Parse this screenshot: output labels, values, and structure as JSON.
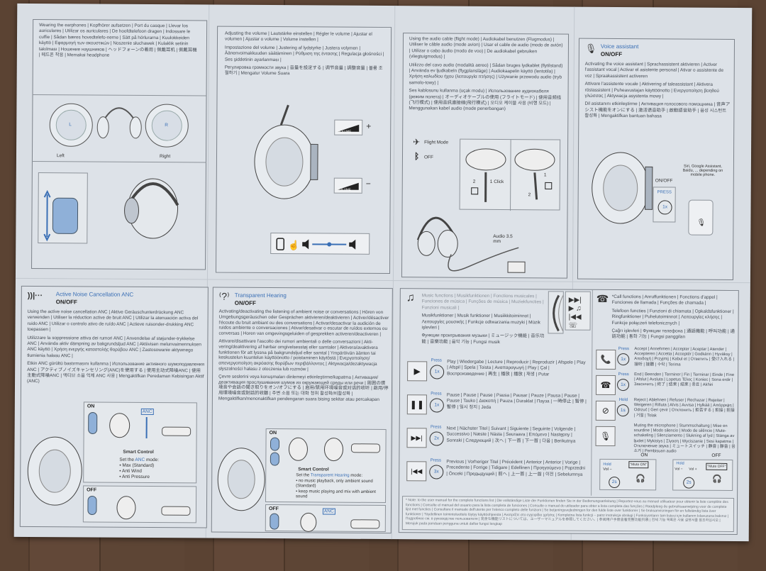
{
  "wearing": {
    "text": "Wearing the earphones | Kopfhörer aufsetzen | Port du casque | Llevar los auriculares | Utilizar os auriculares | De hoofdtelefoon dragen | Indossare le cuffie | Sådan bæres hovedtelefo-nerne | Sätt på hörlurarna | Kuulokkeiden käyttö | Εφαρμογή των ακουστικών | Noszenie słuchawek | Kulaklık setinin takılması | Ношение наушников | ヘッドフォーンの着用 | 佩戴耳机 | 佩戴耳機 | 헤드폰 착용 | Memakai headphone",
    "left": "Left",
    "right": "Right",
    "l": "L",
    "r": "R"
  },
  "volume": {
    "text1": "Adjusting the volume | Lautstärke einstellen | Régler le volume | Ajustar el volumen | Ajustar o volume | Volume instellen |",
    "text2": "Impostazione del volume | Justering af lydstyrke | Justera volymen | Äänenvoimakkuuden säätäminen | Ρύθμιση της έντασης | Regulacja głośności | Ses şiddetinin ayarlanması |",
    "text3": "Регулировка громкости звука | 音量を設定する | 调节音量 | 調整音量 | 볼륨 조절하기 | Mengatur Volume Suara",
    "vol_up": "VOLUME",
    "vol_down": "VOLUME",
    "plus": "+",
    "minus": "−"
  },
  "audio": {
    "text1": "Using the audio cable (flight mode) | Audiokabel benutzen (Flugmodus) | Utiliser le câble audio (mode avion) | Usar el cable de audio (modo de avión) | Utilizar o cabo áudio (modo de voo) | De audiokabel gebruiken (vliegtuigmodus) |",
    "text2": "Utilizzo del cavo audio (modalità aereo) | Sådan bruges lydkablet (flytilstand) | Använda ev ljudkabeln (flygplansläge) | Audiokaapelin käyttö (lentotila) | Χρήση καλωδίου ήχου (λειτουργία πτήσης) | Używanie przewodu audio (tryb samolo-towy) |",
    "text3": "Ses kablosunu kullanma (uçak modu) | Использование аудиокабеля (режим полета) | オーディオケーブルの使用 (フライトモード) | 使用音频线 (飞行模式) | 使用音訊連接線(飛行模式) | 오디오 케이블 사용 (비행 모드) | Menggunakan kabel audio (mode penerbangan)",
    "flight_mode": "Flight Mode",
    "bt_off": "OFF",
    "click": "1 Click",
    "step2": "2",
    "step1": "1",
    "step2b": "2",
    "cable": "Audio 3.5 mm"
  },
  "voice": {
    "title": "Voice assistant",
    "sub": "ON/OFF",
    "text1": "Activating the voice assistant | Sprachassistent aktivieren | Activer l'assistant vocal | Activar el asistente personal | Ativar o assistente de voz | Spraakassistent activeren",
    "text2": "Attivare l'assistente vocale | Aktivering af taleassistant | Aktivera röstassistent | Puheavustajan käyttöönotto | Ενεργοποίηση βοηθού γλώσσας | Aktywacja asystenta mowy |",
    "text3": "Dil asistanını etkinleştirme | Активация голосового помощника | 音声アシスト機能をオンにする | 激活语音助手 | 啟動語音助手 | 음성 시스턴트 활성화 | Mengaktifkan bantuan bahasa",
    "onoff": "ON/OFF",
    "press": "PRESS",
    "times": "1x",
    "assist": "Siri, Google Assistant, Baidu, ... depending on mobile phone."
  },
  "anc": {
    "title": "Active Noise Cancellation ANC",
    "sub": "ON/OFF",
    "text1": "Using the active noise cancellation ANC | Aktive Geräuschunterdrückung ANC verwenden | Utiliser la réduction active de bruit ANC | Utilizar la atenuación activa del ruido ANC | Utilizar o controlo ativo de ruído ANC | Actieve ruisonder-drukking ANC toepassen |",
    "text2": "Utilizzare la soppressione attiva dei rumori ANC | Anvendelse af støjunder-trykkelse ANC | Använda aktiv dämpning av bakgrundsljud ANC | Aktiivisen melunvaimennuksen ANC käyttö | Χρήση ενεργής καταστολής θορύβου ANC | Zastosowanie aktywnego tłumienia hałasu ANC |",
    "text3": "Etkin ANC gürültü bastırmasını kullanma | Использование активного шумоподавления ANC | アクティブノイズキャンセリング(ANC)を使用する | 使用主动式降噪ANC | 使用主動式降噪ANC | 액티브 소음 억제 ANC 사용 | Mengaktifkan Peredaman Kebisingan Aktif (ANC)",
    "on": "ON",
    "off": "OFF",
    "anc_tag": "ANC",
    "smart": "Smart Control",
    "set": "Set the",
    "set_mode": "ANC",
    "set_end": "mode:",
    "modes": [
      "• Max (Standard)",
      "• Anti Wind",
      "• Anti Pressure"
    ]
  },
  "th": {
    "title": "Transparent Hearing",
    "sub": "ON/OFF",
    "text1": "Activating/deactivating the listening of ambient noise or conversations | Hören von Umgebungsgeräuschen oder Gesprächen aktivieren/deaktivieren | Activer/désactiver l'écoute du bruit ambiant ou des conversations | Activar/desactivar la audición de ruidos ambiente o conversaciones | Ativar/desativar o escutar de ruídos externos ou conversas | Horen van omgevingsgeluiden of gesprekken activeren/deactiveren |",
    "text2": "Attivare/disattivare l'ascolto dei rumori ambientali o delle conversazioni | Akti-vering/deaktivering af hørbar omgivelsesstøj eller samtaler | Aktivera/avaktivera funktionen för att lyssna på bakgrundsljud eller samtal | Ympäröivän äänten tai keskustelun kuuntelun käyttöönotto / poistaminen käytöstä | Ενεργοποίηση/απενεργοποίηση ακρόασης θορύβων περιβάλλοντος | Aktywacja/dezaktywacja słyszalności hałasu z otoczenia lub rozmów |",
    "text3": "Çevre seslerini veya konuşmaları dinlemeyi etkinleştirme/kapatma | Активация/деактивация прослушивания шумов из окружающей среды или речи | 周囲の環境音や会話の聞き取りをオン/オフにする | 启用/禁用环境噪音或对话的收听 | 啟用/停用環境噪音或對話的收聽 | 주변 소음 또는 대화 청취 활성화/비활성화 | Mengaktifkan/menonaktifkan pendengaran suara bising sekitar atau percakapan",
    "on": "ON",
    "off": "OFF",
    "anc_tag": "ANC",
    "smart": "Smart Control",
    "set": "Set the",
    "set_mode": "Transparent Hearing",
    "set_end": "mode:",
    "modes": [
      "• no music playback, only ambient sound (Standard)",
      "• keep music playing and mix with ambient sound"
    ]
  },
  "music": {
    "text1": "Music functions | Musikfunktionen | Fonctions musicales | Funciones de música | Funções de música | Muziekfuncties | Funzioni musicali |",
    "text2": "Musikfunktioner | Musik funktioner | Musiikkitoiminnot | Λειτουργίες μουσικής | Funkcje odtwarzania muzyki | Müzik işlevleri |",
    "text3": "Функции проигрывания музыки | ミュージック機能 | 音乐功能 | 音樂功能 | 음악 기능 | Fungsi musik",
    "press": "Press",
    "rows": [
      {
        "icon": "▶",
        "times": "1x",
        "text": "Play | Wiedergabe | Lecture | Reproducir | Reproduzir | Afspele | Play | Afspil | Spela | Toista | Αναπαραγωγή | Play | Çal | Воспроизведение | 再生 | 播放 | 播放 | 재생 | Putar"
      },
      {
        "icon": "❚❚",
        "times": "1x",
        "text": "Pause | Pause | Pause | Pausa | Pausar | Pauze | Pausa | Pause | Pause | Tauko | Διακοπή | Pauza | Duraklat | Пауза | 一時停止 | 暂停 | 暫停 | 일시 정지 | Jeda"
      },
      {
        "icon": "▶▶|",
        "times": "2x",
        "text": "Next | Nächster Titel | Suivant | Siguiente | Seguinte | Volgende | Successivo | Næste | Nästa | Seuraava | Επόμενο | Następny | Sonraki | Следующий | 次へ | 下一首 | 下一首 | 다음 | Berikutnya"
      },
      {
        "icon": "|◀◀",
        "times": "3x",
        "text": "Previous | Vorheriger Titel | Précédent | Anterior | Anterior | Vorige | Precedente | Forrige | Tidigare | Edellinen | Προηγούμενο | Poprzedni | Önceki | Предыдущий | 前へ | 上一首 | 上一首 | 이전 | Sebelumnya"
      }
    ]
  },
  "calls": {
    "text1": "*Call functions | Anruffunktionen | Fonctions d'appel | Funciones de llamada | Funções de chamada |",
    "text2": "Telefoon functies | Funzioni di chiamata | Opkaldsfunktioner | Ringfunktioner | Puhelutoiminnot | Λειτουργίες κλήσης | Funkcje połączeń telefonicznych |",
    "text3": "Çağrı işlevleri | Функции телефона | 通話機能 | 呼叫功能 | 通話功能 | 통화 기능 | Fungsi panggilan",
    "rows": [
      {
        "icon": "accept",
        "label": "Press",
        "times": "1x",
        "text": "Accept | Annehmen | Accepter | Aceptar | Atender | Accepteren | Accetta | Acceptér | Godkänn | Hyväksy | Αποδοχή | Przyjmij | Kabul et | Ответить | 受け入れる | 接听 | 接聽 | 수락 | Terima"
      },
      {
        "icon": "end",
        "label": "Press",
        "times": "1x",
        "text": "End | Beenden | Terminer | Fin | Terminar | Einde | Fine | Afslut | Avsluta | Lopetus Τέλος | Koniec | Sona erdir | Закончить | 終了 | 结束 | 結束 | 종료 | Akhiri"
      },
      {
        "icon": "reject",
        "label": "Hold",
        "times": "1s",
        "text": "Reject | Ablehnen | Refuser | Rechazar | Rejeitar | Weigeren | Rifiuta | Afvis | Avvisa | Hylkää | Απόρριψη | Odrzuć | Geri çevir | Отклонить | 拒否する | 拒接 | 拒接 | 거절 | Tolak"
      },
      {
        "icon": "mute",
        "label": "",
        "times": "",
        "text": "Muting the microphone | Stummschaltung | Mise en sourdine | Modo silencio | Modo de silêncio | Mute-schakeling | Silenziamento | Slukning af lyd | Stänga av ljudet | Mykistys | Σίγαση | Wyciszanie | Sesi kapatma | Отключение звука | ミュートスイッチ | 静音 | 靜音 | 음소거 | Pembisuan audio"
      }
    ],
    "on": "ON",
    "off": "OFF",
    "hold": "Hold",
    "vol_minus": "Vol −",
    "vol_plus": "Vol +",
    "bubble_on": "\"Mute ON\"",
    "bubble_off": "\"Mute OFF\"",
    "hold_time": "2s"
  },
  "note": {
    "text": "* Note: to the user manual for the complete functions list | Die vollständige Liste der Funktionen finden Sie in der Bedienungsanleitung | Reportez-vous au manuel utilisateur pour obtenir la liste complète des fonctions | Consulte el manual del usuario para la lista completa de funciones | Consulte o manual do utilizador para obter a lista completa das funções | Raadpleeg de gebruiksaanwijzing voor de complete lijst met functies | Consultare il manuale dell'utente per l'elenco completo delle funzioni | Se betjeningsvejledningen for den fulde liste over funktioner | Se bruksanvisningen för en fullständig lista över funktioner | Täydellinen toimintoluettelo löytyy käyttöohjeesta | Ανατρέξτε στο εγχειρίδιο χρήσης | Kompletna lista funkcji – patrz instrukcja obsługi | Fonksiyonların tam listesi için kullanım kılavuzuna bakınız | Подробнее см. в руководстве пользователя | 完全な機能リストについては、ユーザーマニュアルを参照してください。| 参阅用户手册查看完整功能列表 | 전체 기능 목록은 사용 설명서를 참조하십시오 | Merujuk pada panduan pengguna untuk daftar fungsi lengkap"
  }
}
